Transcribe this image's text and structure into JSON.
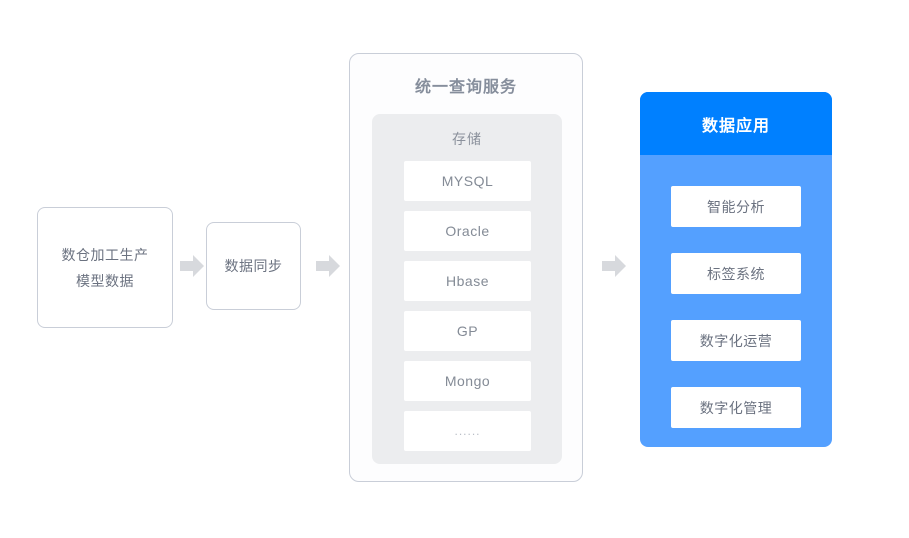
{
  "diagram": {
    "type": "flow-diagram",
    "background_color": "#ffffff",
    "stages": {
      "source": {
        "line1": "数仓加工生产",
        "line2": "模型数据"
      },
      "sync": {
        "label": "数据同步"
      },
      "query_service": {
        "title": "统一查询服务",
        "storage_label": "存储",
        "storage_items": [
          {
            "label": "MYSQL"
          },
          {
            "label": "Oracle"
          },
          {
            "label": "Hbase"
          },
          {
            "label": "GP"
          },
          {
            "label": "Mongo"
          },
          {
            "label": "......"
          }
        ]
      },
      "data_application": {
        "title": "数据应用",
        "items": [
          {
            "label": "智能分析"
          },
          {
            "label": "标签系统"
          },
          {
            "label": "数字化运营"
          },
          {
            "label": "数字化管理"
          }
        ]
      }
    },
    "arrows": [
      {
        "name": "arrow-source-to-sync",
        "direction": "right"
      },
      {
        "name": "arrow-sync-to-query",
        "direction": "right"
      },
      {
        "name": "arrow-query-to-app",
        "direction": "right"
      }
    ],
    "colors": {
      "arrow": "#d7d9dd",
      "box_border": "#c9ced8",
      "box_text": "#6b7280",
      "panel_title": "#868e9c",
      "storage_panel": "#ecedef",
      "app_header_blue": "#0080ff",
      "app_body_blue": "#54a0ff",
      "app_title_text": "#ffffff"
    }
  }
}
